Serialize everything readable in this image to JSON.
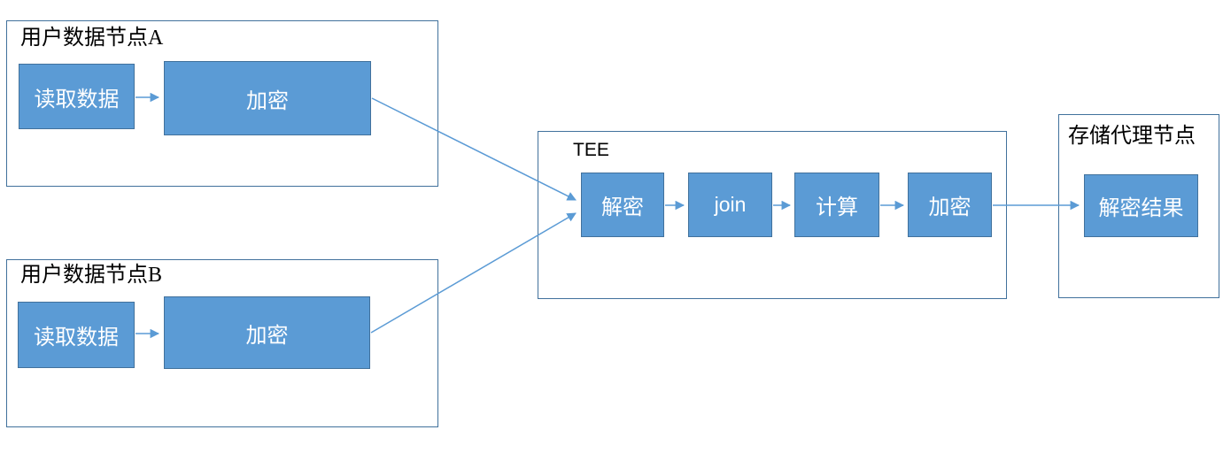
{
  "colors": {
    "node_fill": "#5B9BD5",
    "node_border": "#41719C",
    "container_border": "#41719C",
    "arrow": "#5B9BD5",
    "title_text": "#000000",
    "node_text": "#ffffff"
  },
  "node_a": {
    "title": "用户数据节点A",
    "read": "读取数据",
    "encrypt": "加密"
  },
  "node_b": {
    "title": "用户数据节点B",
    "read": "读取数据",
    "encrypt": "加密"
  },
  "tee": {
    "title": "TEE",
    "steps": [
      "解密",
      "join",
      "计算",
      "加密"
    ]
  },
  "storage": {
    "title": "存储代理节点",
    "result": "解密结果"
  }
}
